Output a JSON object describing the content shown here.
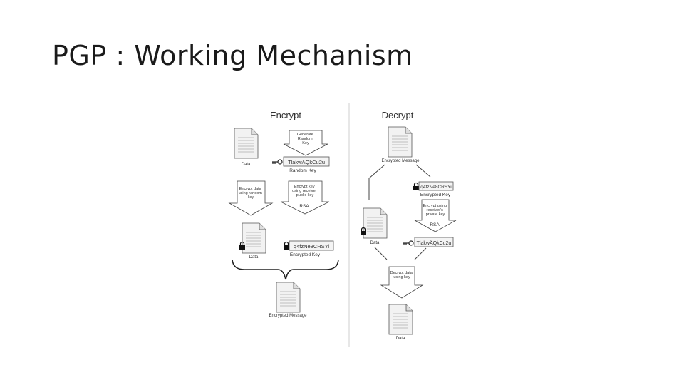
{
  "slide": {
    "title": "PGP : Working Mechanism"
  },
  "encrypt": {
    "heading": "Encrypt",
    "generate_lines": [
      "Generate",
      "Random",
      "Key"
    ],
    "data_label": "Data",
    "random_key_value": "TlakwÄQkCu2u",
    "random_key_label": "Random Key",
    "encrypt_data_lines": [
      "Encrypt data",
      "using random",
      "key"
    ],
    "encrypt_key_lines": [
      "Encrypt key",
      "using receiver",
      "public key"
    ],
    "rsa_label": "RSA",
    "encrypted_data_label": "Data",
    "encrypted_key_value": "q4fzNe8CRSYi",
    "encrypted_key_label": "Encrypted Key",
    "encrypted_message_label": "Encrypted Message"
  },
  "decrypt": {
    "heading": "Decrypt",
    "encrypted_message_label": "Encrypted Message",
    "encrypted_key_value": "q4fzNe8CRSYi",
    "encrypted_key_label": "Encrypted Key",
    "decrypt_key_lines": [
      "Encrypt using",
      "receiver's",
      "private key"
    ],
    "rsa_label": "RSA",
    "locked_data_label": "Data",
    "random_key_value": "TlakwÄQkCu2u",
    "decrypt_data_lines": [
      "Decrypt data",
      "using key"
    ],
    "data_label": "Data"
  }
}
